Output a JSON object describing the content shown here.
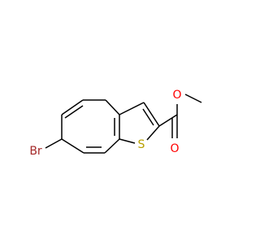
{
  "molecule": {
    "atoms": {
      "bromine": {
        "label": "Br",
        "color": "#a52a2a"
      },
      "sulfur": {
        "label": "S",
        "color": "#b8a000"
      },
      "carbonyl_oxygen": {
        "label": "O",
        "color": "#ff0000"
      },
      "ester_oxygen": {
        "label": "O",
        "color": "#ff0000"
      }
    },
    "bond_color": "#000000",
    "background": "#ffffff"
  }
}
